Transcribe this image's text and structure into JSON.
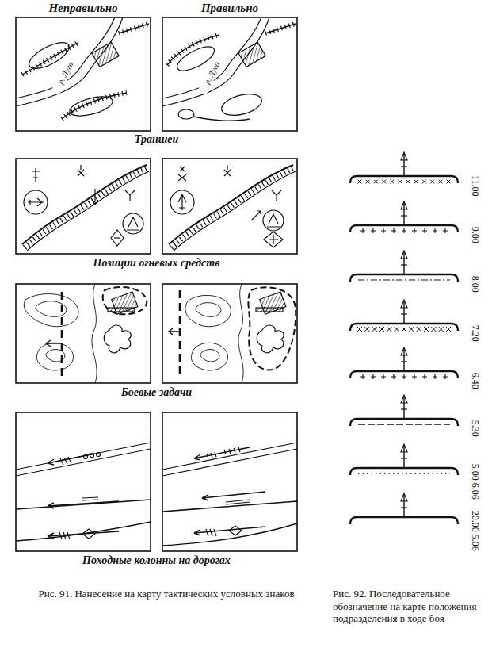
{
  "diagram": {
    "labels": [
      "Неправильно",
      "Правильно",
      "р. Луга",
      "р. Луга",
      "Траншеи",
      "Позиции огневых средств",
      "Боевые задачи",
      "Походные колонны на дорогах",
      "Рис. 91. Нанесение на карту тактических условных знаков",
      "11.00",
      "9.00",
      "8.00",
      "7.20",
      "6.40",
      "5.30",
      "5.00 6.06",
      "20.00 5.06",
      "Рис. 92. Последовательное обозначение на карте положения подразделения в ходе боя"
    ]
  }
}
